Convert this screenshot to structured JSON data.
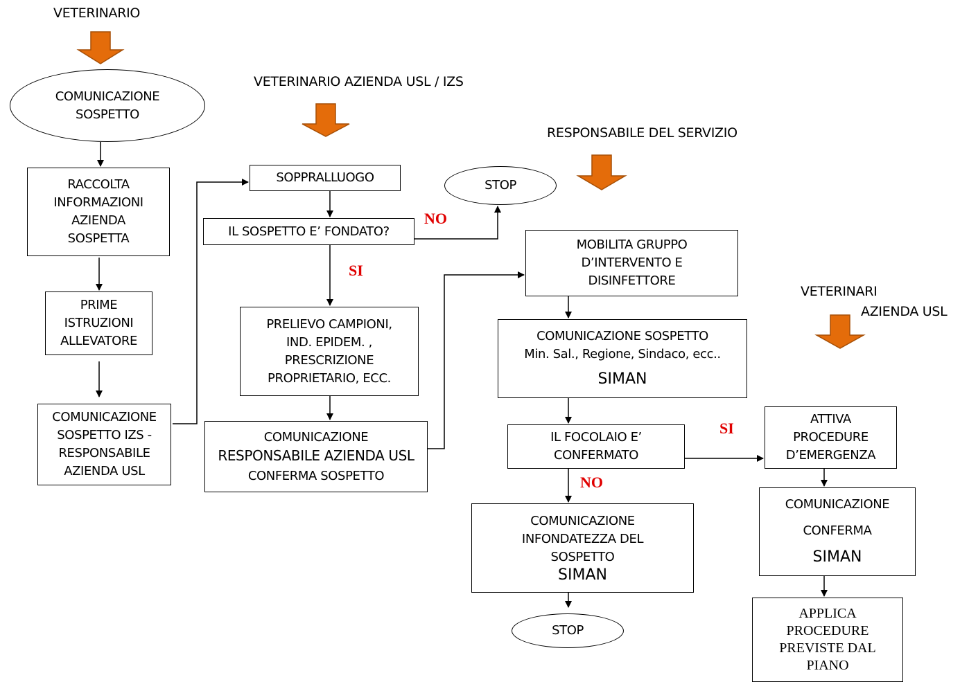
{
  "colors": {
    "arrow_fill": "#e46c0a",
    "arrow_stroke": "#a64f06",
    "label_red": "#e00000"
  },
  "actors": {
    "veterinario": "VETERINARIO",
    "vet_usl_izs": "VETERINARIO AZIENDA USL / IZS",
    "responsabile": "RESPONSABILE  DEL SERVIZIO",
    "veterinari_1": "VETERINARI",
    "veterinari_2": "AZIENDA USL"
  },
  "nodes": {
    "comunicazione_sospetto": [
      "COMUNICAZIONE",
      "SOSPETTO"
    ],
    "raccolta": [
      "RACCOLTA",
      "INFORMAZIONI",
      "AZIENDA",
      "SOSPETTA"
    ],
    "prime_istruzioni": [
      "PRIME",
      "ISTRUZIONI",
      "ALLEVATORE"
    ],
    "comunicazione_izs": [
      "COMUNICAZIONE",
      "SOSPETTO  IZS -",
      "RESPONSABILE",
      "AZIENDA USL"
    ],
    "sopralluogo": "SOPPRALLUOGO",
    "sospetto_fondato": "IL SOSPETTO E’ FONDATO?",
    "stop_1": "STOP",
    "prelievo": [
      "PRELIEVO CAMPIONI,",
      "IND. EPIDEM. ,",
      "PRESCRIZIONE",
      "PROPRIETARIO,  ECC."
    ],
    "comunicazione_resp": [
      "COMUNICAZIONE",
      "RESPONSABILE  AZIENDA USL",
      "CONFERMA    SOSPETTO"
    ],
    "mobilita": [
      "MOBILITA GRUPPO",
      "D’INTERVENTO E",
      "DISINFETTORE"
    ],
    "comunicazione_min": [
      "COMUNICAZIONE SOSPETTO",
      "Min. Sal., Regione, Sindaco, ecc.."
    ],
    "comunicazione_min_siman": "SIMAN",
    "focolaio": [
      "IL FOCOLAIO E’",
      "CONFERMATO"
    ],
    "attiva": [
      "ATTIVA",
      "PROCEDURE",
      "D’EMERGENZA"
    ],
    "infondatezza": [
      "COMUNICAZIONE",
      "INFONDATEZZA DEL",
      "SOSPETTO"
    ],
    "infondatezza_siman": "SIMAN",
    "stop_2": "STOP",
    "conferma": [
      "COMUNICAZIONE",
      "CONFERMA"
    ],
    "conferma_siman": "SIMAN",
    "applica": [
      "APPLICA",
      "PROCEDURE",
      "PREVISTE DAL",
      "PIANO"
    ]
  },
  "labels": {
    "no_1": "NO",
    "si_1": "SI",
    "si_2": "SI",
    "no_2": "NO"
  }
}
